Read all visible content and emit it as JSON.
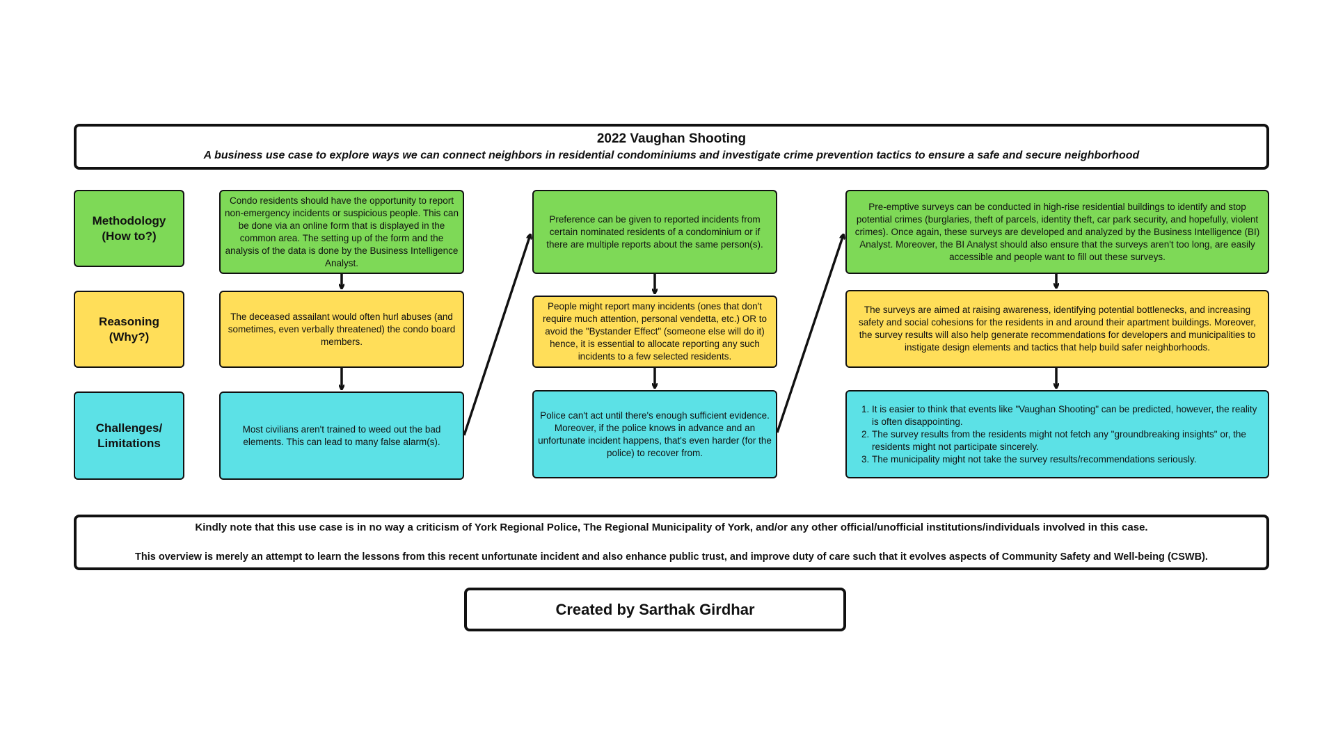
{
  "header": {
    "title": "2022 Vaughan Shooting",
    "subtitle": "A business use case to explore ways we can connect neighbors in residential condominiums and investigate crime prevention tactics to ensure a safe and secure neighborhood"
  },
  "rows": {
    "methodology": "Methodology\n(How to?)",
    "reasoning": "Reasoning\n(Why?)",
    "challenges": "Challenges/\nLimitations"
  },
  "columns": [
    {
      "methodology": "Condo residents should have the opportunity to report non-emergency incidents or suspicious people. This can be done via an online form that is displayed in the common area. The setting up of the form and the analysis of the data is done by the Business Intelligence Analyst.",
      "reasoning": "The deceased assailant would often hurl abuses (and sometimes, even verbally threatened) the condo board members.",
      "challenges": "Most civilians aren't trained to weed out the bad elements. This can lead to many false alarm(s)."
    },
    {
      "methodology": "Preference can be given to reported incidents from certain nominated residents of a condominium or if there are multiple reports about the same person(s).",
      "reasoning": "People might report many incidents (ones that don't require much attention, personal vendetta, etc.) OR to avoid the \"Bystander Effect\" (someone else will do it) hence, it is essential to allocate reporting any such incidents to a few selected residents.",
      "challenges": "Police can't act until there's enough sufficient evidence. Moreover, if the police knows in advance and an unfortunate incident happens, that's even harder (for the police) to recover from."
    },
    {
      "methodology": "Pre-emptive surveys can be conducted in high-rise residential buildings to identify and stop potential crimes (burglaries, theft of parcels, identity theft, car park security, and hopefully, violent crimes). Once again, these surveys are developed and analyzed by the Business Intelligence (BI) Analyst. Moreover, the BI Analyst should also ensure that the surveys aren't too long, are easily accessible and people want to fill out these surveys.",
      "reasoning": "The surveys are aimed at raising awareness, identifying potential bottlenecks, and increasing safety and social cohesions for the residents in and around their apartment buildings. Moreover, the survey results will also help generate recommendations for developers and municipalities to instigate design elements and tactics that help build safer neighborhoods.",
      "challenges_list": [
        "It is easier to think that events like \"Vaughan Shooting\" can be predicted, however, the reality is often disappointing.",
        "The survey results from the residents might not fetch any \"groundbreaking insights\" or, the residents might not participate sincerely.",
        " The municipality might not take the survey results/recommendations seriously."
      ]
    }
  ],
  "note": {
    "line1": "Kindly note that this use case is in no way a criticism of York Regional Police, The Regional Municipality of York, and/or any other official/unofficial institutions/individuals involved in this case.",
    "line2": "This overview is merely an attempt to learn the lessons from this recent unfortunate incident and also enhance public trust, and improve duty of care such that it evolves aspects of Community Safety and Well-being (CSWB)."
  },
  "credit": "Created by Sarthak Girdhar",
  "colors": {
    "methodology": "#7ed957",
    "reasoning": "#ffde59",
    "challenges": "#5ce1e6"
  }
}
